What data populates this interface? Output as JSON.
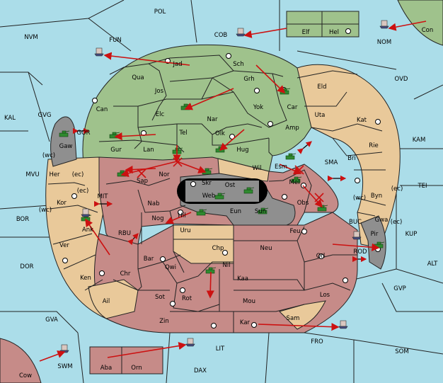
{
  "colors": {
    "sea": "#abdde9",
    "green": "#9fc28c",
    "red": "#c68b88",
    "tan": "#e9c99a",
    "gray": "#8f8f8f",
    "order_arrow": "#cc1111",
    "unit_army": "#2f8a2f",
    "unit_fleet": "#444c80"
  },
  "sea_zones": {
    "pol": "POL",
    "nvm": "NVM",
    "fun": "FUN",
    "cob": "COB",
    "nom": "NOM",
    "ovd": "OVD",
    "kal": "KAL",
    "gvg": "GVG",
    "gor": "GOR",
    "kam": "KAM",
    "mvu": "MVU",
    "sma": "SMA",
    "tei": "TEI",
    "bor": "BOR",
    "mit": "MIT",
    "kup": "KUP",
    "rbu": "RBU",
    "buc": "BUC",
    "dor": "DOR",
    "alt": "ALT",
    "rod": "ROD",
    "gvp": "GVP",
    "gva": "GVA",
    "fro": "FRO",
    "som": "SOM",
    "lit": "LIT",
    "swm": "SWM",
    "dax": "DAX"
  },
  "provinces": {
    "elf": "Elf",
    "hel": "Hel",
    "con": "Con",
    "jad": "Jad",
    "sch": "Sch",
    "qua": "Qua",
    "jos": "Jos",
    "grh": "Grh",
    "car": "Car",
    "can": "Can",
    "elc": "Elc",
    "nar": "Nar",
    "yok": "Yok",
    "amp": "Amp",
    "tel": "Tel",
    "olk": "Olk",
    "gur": "Gur",
    "lan": "Lan",
    "hug": "Hug",
    "esm": "Esm",
    "eld": "Eld",
    "uta": "Uta",
    "kat": "Kat",
    "rie": "Rie",
    "bri": "Bri",
    "byn": "Byn",
    "gwa": "Gwa",
    "pir": "Pir",
    "gaw": "Gaw",
    "her": "Her",
    "kor": "Kor",
    "ank": "Ank",
    "ver": "Ver",
    "sap": "Sap",
    "nor": "Nor",
    "skr": "Skr",
    "wil": "Wil",
    "mel": "Mel",
    "obs": "Obs",
    "web": "Web",
    "ost": "Ost",
    "eun": "Eun",
    "sun": "Sun",
    "nab": "Nab",
    "nog": "Nog",
    "hil": "Hil",
    "uru": "Uru",
    "feu": "Feu",
    "chp": "Chp",
    "neu": "Neu",
    "orl": "Orl",
    "bar": "Bar",
    "qwi": "Qwi",
    "nil": "Nil",
    "ken": "Ken",
    "chr": "Chr",
    "kaa": "Kaa",
    "rot": "Rot",
    "sot": "Sot",
    "ail": "Ail",
    "mou": "Mou",
    "los": "Los",
    "zin": "Zin",
    "kar": "Kar",
    "sam": "Sam",
    "cow": "Cow",
    "aba": "Aba",
    "orn": "Orn"
  },
  "coast_labels": {
    "her_wc": "(wc)",
    "her_ec": "(ec)",
    "kor_ec": "(ec)",
    "kor_wc": "(wc)",
    "byn_wc": "(wc)",
    "byn_ec": "(ec)",
    "gwa_ec": "(ec)"
  },
  "unit_types": [
    "army",
    "fleet"
  ]
}
